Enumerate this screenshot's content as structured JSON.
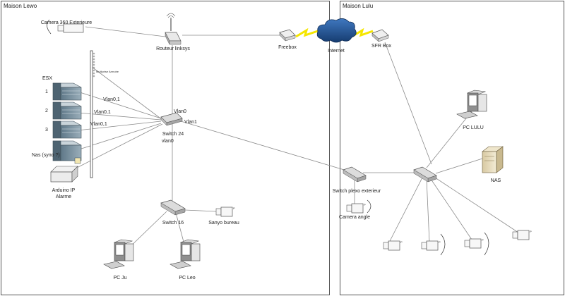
{
  "zones": {
    "lewo": "Maison Lewo",
    "lulu": "Maison Lulu"
  },
  "devices": {
    "camera_ext": "Camera 360 Exterieure",
    "router": "Routeur linksys",
    "freebox": "Freebox",
    "internet": "Internet",
    "sfr_box": "SFR Box",
    "esx": "ESX",
    "esx_1": "1",
    "esx_2": "2",
    "esx_3": "3",
    "multiprise": "Multiprise Armoire",
    "nas_syno": "Nas (syno ?)",
    "arduino_line1": "Arduino IP",
    "arduino_line2": "Alarme",
    "switch24": "Switch 24",
    "switch16": "Switch 16",
    "sanyo": "Sanyo bureau",
    "pc_ju": "PC Ju",
    "pc_leo": "PC Leo",
    "pc_lulu": "PC LULU",
    "nas": "NAS",
    "switch_plexo": "Switch plexo exterieur",
    "camera_angle": "Camera angle"
  },
  "vlans": {
    "esx1": "Vlan0,1",
    "esx2": "Vlan0,1",
    "esx3": "Vlan0,1",
    "top": "Vlan0",
    "right": "Vlan1",
    "bottom": "vlan0"
  },
  "colors": {
    "link": "#8a8a8a",
    "server": "#6f8696",
    "cloud": "#1f4e8a",
    "lightning": "#f5e600"
  }
}
